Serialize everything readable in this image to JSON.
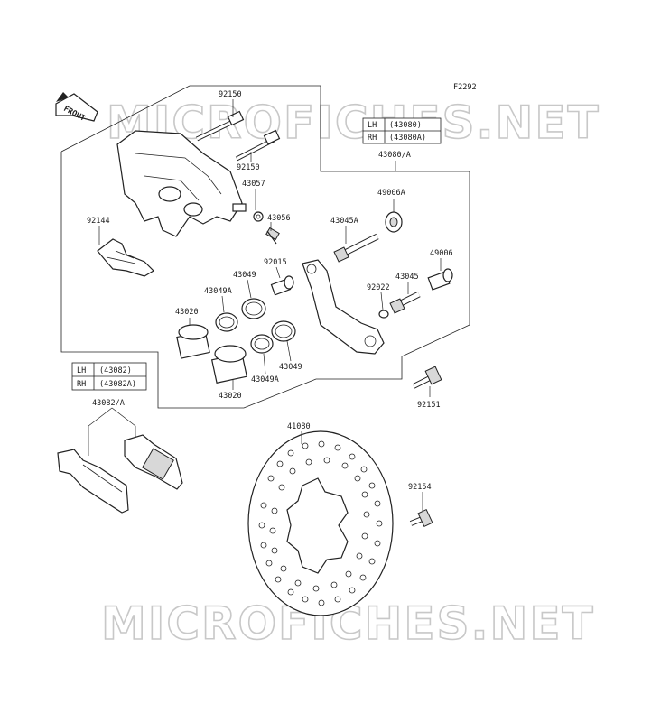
{
  "figure_code": "F2292",
  "front_label": "FRONT",
  "watermark_top": "MICROFICHES.NET",
  "watermark_bottom": "MICROFICHES.NET",
  "caliper_table": {
    "row1": {
      "side": "LH",
      "part": "(43080)"
    },
    "row2": {
      "side": "RH",
      "part": "(43080A)"
    }
  },
  "pad_table": {
    "row1": {
      "side": "LH",
      "part": "(43082)"
    },
    "row2": {
      "side": "RH",
      "part": "(43082A)"
    }
  },
  "parts": {
    "p92150_top": "92150",
    "p92150_bottom": "92150",
    "p43080": "43080/A",
    "p43057": "43057",
    "p43056": "43056",
    "p92144": "92144",
    "p49006A": "49006A",
    "p43045A": "43045A",
    "p49006": "49006",
    "p92015": "92015",
    "p43049_top": "43049",
    "p43049A_top": "43049A",
    "p43045": "43045",
    "p92022": "92022",
    "p43020_top": "43020",
    "p43049_bottom": "43049",
    "p43049A_bottom": "43049A",
    "p43020_bottom": "43020",
    "p43082": "43082/A",
    "p92151": "92151",
    "p41080": "41080",
    "p92154": "92154"
  }
}
